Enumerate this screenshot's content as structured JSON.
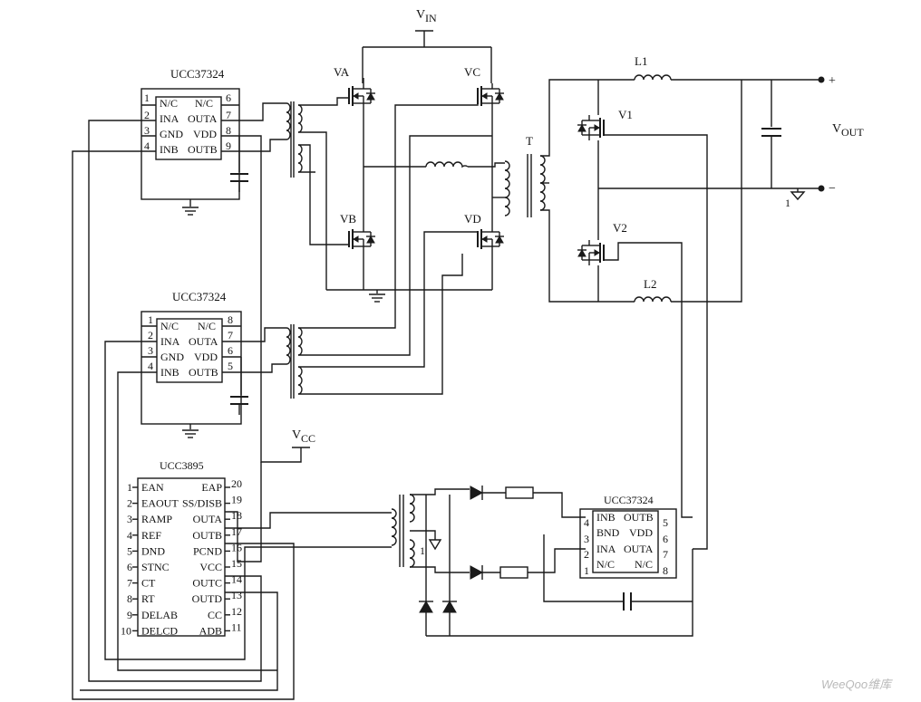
{
  "ic1": {
    "name": "UCC37324",
    "pins_left": [
      {
        "n": "1",
        "f": "N/C"
      },
      {
        "n": "2",
        "f": "INA"
      },
      {
        "n": "3",
        "f": "GND"
      },
      {
        "n": "4",
        "f": "INB"
      }
    ],
    "pins_right": [
      {
        "n": "6",
        "f": "N/C"
      },
      {
        "n": "7",
        "f": "OUTA"
      },
      {
        "n": "8",
        "f": "VDD"
      },
      {
        "n": "9",
        "f": "OUTB"
      }
    ]
  },
  "ic2": {
    "name": "UCC37324",
    "pins_left": [
      {
        "n": "1",
        "f": "N/C"
      },
      {
        "n": "2",
        "f": "INA"
      },
      {
        "n": "3",
        "f": "GND"
      },
      {
        "n": "4",
        "f": "INB"
      }
    ],
    "pins_right": [
      {
        "n": "8",
        "f": "N/C"
      },
      {
        "n": "7",
        "f": "OUTA"
      },
      {
        "n": "6",
        "f": "VDD"
      },
      {
        "n": "5",
        "f": "OUTB"
      }
    ]
  },
  "ic3": {
    "name": "UCC3895",
    "pins_left": [
      {
        "n": "1",
        "f": "EAN"
      },
      {
        "n": "2",
        "f": "EAOUT"
      },
      {
        "n": "3",
        "f": "RAMP"
      },
      {
        "n": "4",
        "f": "REF"
      },
      {
        "n": "5",
        "f": "DND"
      },
      {
        "n": "6",
        "f": "STNC"
      },
      {
        "n": "7",
        "f": "CT"
      },
      {
        "n": "8",
        "f": "RT"
      },
      {
        "n": "9",
        "f": "DELAB"
      },
      {
        "n": "10",
        "f": "DELCD"
      }
    ],
    "pins_right": [
      {
        "n": "20",
        "f": "EAP"
      },
      {
        "n": "19",
        "f": "SS/DISB"
      },
      {
        "n": "18",
        "f": "OUTA"
      },
      {
        "n": "17",
        "f": "OUTB"
      },
      {
        "n": "16",
        "f": "PCND"
      },
      {
        "n": "15",
        "f": "VCC"
      },
      {
        "n": "14",
        "f": "OUTC"
      },
      {
        "n": "13",
        "f": "OUTD"
      },
      {
        "n": "12",
        "f": "CC"
      },
      {
        "n": "11",
        "f": "ADB"
      }
    ]
  },
  "ic4": {
    "name": "UCC37324",
    "pins_left": [
      {
        "n": "4",
        "f": "INB"
      },
      {
        "n": "3",
        "f": "BND"
      },
      {
        "n": "2",
        "f": "INA"
      },
      {
        "n": "1",
        "f": "N/C"
      }
    ],
    "pins_right": [
      {
        "n": "5",
        "f": "OUTB"
      },
      {
        "n": "6",
        "f": "VDD"
      },
      {
        "n": "7",
        "f": "OUTA"
      },
      {
        "n": "8",
        "f": "N/C"
      }
    ]
  },
  "labels": {
    "va": "VA",
    "vb": "VB",
    "vc": "VC",
    "vd": "VD",
    "t": "T",
    "l1": "L1",
    "l2": "L2",
    "v1": "V1",
    "v2": "V2",
    "vin": "V",
    "vin_sub": "IN",
    "vout": "V",
    "vout_sub": "OUT",
    "vcc": "V",
    "vcc_sub": "CC",
    "plus": "+",
    "minus": "−",
    "gnd_mark": "1",
    "gnd_mark2": "1",
    "watermark": "WeeQoo维库"
  }
}
